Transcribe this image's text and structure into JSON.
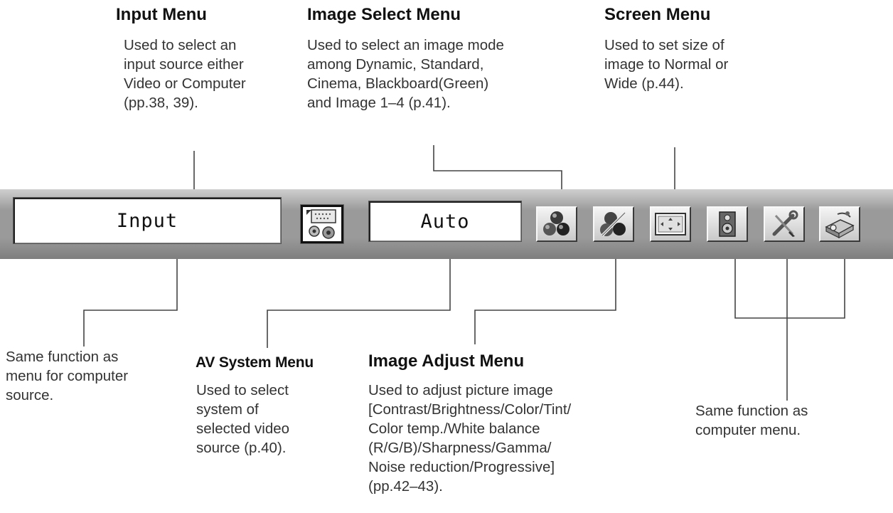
{
  "menubar": {
    "input_label": "Input",
    "system_value": "Auto",
    "icons": [
      "input-source-icon",
      "image-select-icon",
      "image-adjust-icon",
      "screen-size-icon",
      "sound-icon",
      "setting-tools-icon",
      "projector-information-icon"
    ]
  },
  "callouts": {
    "input_menu": {
      "title": "Input Menu",
      "lines": [
        "Used to select an",
        "input source either",
        "Video or Computer",
        "(pp.38, 39)."
      ]
    },
    "image_select_menu": {
      "title": "Image Select Menu",
      "lines": [
        "Used to select an image mode",
        "among Dynamic, Standard,",
        "Cinema, Blackboard(Green)",
        "and Image 1–4 (p.41)."
      ]
    },
    "screen_menu": {
      "title": "Screen Menu",
      "lines": [
        "Used to set size of",
        "image to Normal or",
        "Wide (p.44)."
      ]
    },
    "same_as_computer_source": {
      "lines": [
        "Same function as",
        "menu for computer",
        "source."
      ]
    },
    "av_system_menu": {
      "title": "AV System Menu",
      "lines": [
        "Used to select",
        "system of",
        "selected video",
        "source (p.40)."
      ]
    },
    "image_adjust_menu": {
      "title": "Image Adjust Menu",
      "lines": [
        "Used to adjust picture image",
        "[Contrast/Brightness/Color/Tint/",
        "Color temp./White balance",
        "(R/G/B)/Sharpness/Gamma/",
        "Noise reduction/Progressive]",
        "(pp.42–43)."
      ]
    },
    "same_as_computer_menu": {
      "lines": [
        "Same function as",
        "computer menu."
      ]
    }
  },
  "colors": {
    "menubar": "#9a9a9a",
    "leader_line": "#444444",
    "text": "#333333"
  }
}
